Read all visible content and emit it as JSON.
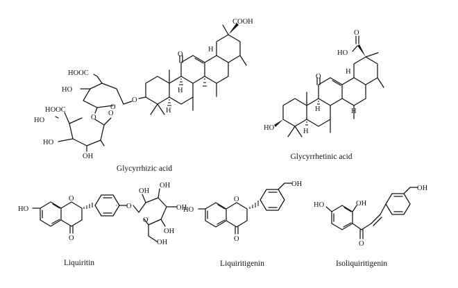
{
  "compounds": [
    {
      "name": "Glycyrrhizic acid"
    },
    {
      "name": "Glycyrrhetinic acid"
    },
    {
      "name": "Liquiritin"
    },
    {
      "name": "Liquiritigenin"
    },
    {
      "name": "Isoliquiritigenin"
    }
  ],
  "atoms": {
    "cooh": "COOH",
    "co2h_left": "HO",
    "co2h_right": "O",
    "hooc": "HOOC",
    "ho": "HO",
    "oh": "OH",
    "o": "O",
    "h": "H"
  },
  "colors": {
    "ink": "#111111",
    "background": "#ffffff"
  }
}
